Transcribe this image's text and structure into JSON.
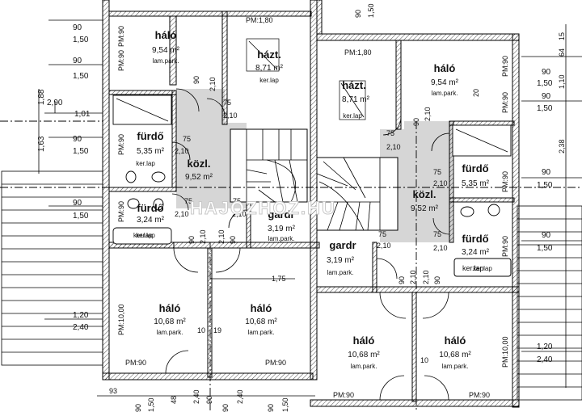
{
  "rooms": {
    "halo_tl": {
      "name": "háló",
      "area": "9,54 m²",
      "floor": "lam.park."
    },
    "hazt_l": {
      "name": "házt.",
      "area": "8,71 m²",
      "floor": "ker.lap"
    },
    "furdo_l1": {
      "name": "fürdő",
      "area": "5,35 m²",
      "floor": "ker.lap"
    },
    "kozl_l": {
      "name": "közl.",
      "area": "9,52 m²"
    },
    "furdo_l2": {
      "name": "fürdő",
      "area": "3,24 m²",
      "floor": "ker.lap"
    },
    "gardr_l": {
      "name": "gardr",
      "area": "3,19 m²",
      "floor": "lam.park."
    },
    "halo_l1": {
      "name": "háló",
      "area": "10,68 m²",
      "floor": "lam.park."
    },
    "halo_l2": {
      "name": "háló",
      "area": "10,68 m²",
      "floor": "lam.park."
    },
    "hazt_r": {
      "name": "házt.",
      "area": "8,71 m²",
      "floor": "ker.lap"
    },
    "halo_tr": {
      "name": "háló",
      "area": "9,54 m²",
      "floor": "lam.park."
    },
    "furdo_r1": {
      "name": "fürdő",
      "area": "5,35 m²"
    },
    "kozl_r": {
      "name": "közl.",
      "area": "9,52 m²"
    },
    "furdo_r2": {
      "name": "fürdő",
      "area": "3,24 m²",
      "floor": "ker.lap"
    },
    "gardr_r": {
      "name": "gardr",
      "area": "3,19 m²",
      "floor": "lam.park."
    },
    "halo_r1": {
      "name": "háló",
      "area": "10,68 m²",
      "floor": "lam.park."
    },
    "halo_r2": {
      "name": "háló",
      "area": "10,68 m²",
      "floor": "lam.park."
    }
  },
  "watermark": "HAJOZHOZ.HU",
  "labels": {
    "pm180": "PM:1,80",
    "pm90": "PM:90",
    "pm1000": "PM:10,00",
    "kerlap_box": "ker.lap",
    "d90": "90",
    "d150": "1,50",
    "d188": "1,88",
    "d290": "2,90",
    "d101": "1,01",
    "d163": "1,63",
    "d120": "1,20",
    "d240": "2,40",
    "d75": "75",
    "d210": "2,10",
    "d175": "1,75",
    "d10": "10",
    "d19": "19",
    "d93": "93",
    "d48": "48",
    "d64": "64",
    "d110": "1,10",
    "d15": "15",
    "d20": "20",
    "d238": "2,38"
  }
}
